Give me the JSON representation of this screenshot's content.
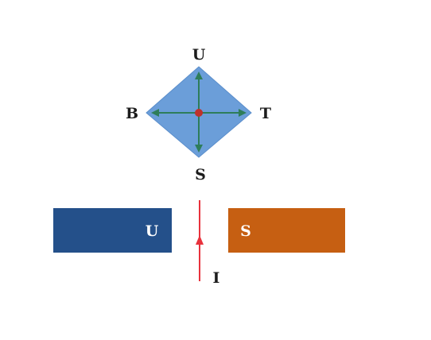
{
  "compass": {
    "top": "U",
    "left": "B",
    "right": "T",
    "bottom": "S"
  },
  "magnets": {
    "left_label": "U",
    "right_label": "S"
  },
  "current": {
    "label": "I"
  },
  "colors": {
    "compass_fill": "#6b9ed9",
    "compass_arrow": "#2e7d5a",
    "compass_center": "#c0312b",
    "magnet_left": "#24508a",
    "magnet_right": "#c65f12",
    "wire": "#e8323c",
    "text": "#1c1c1c"
  }
}
